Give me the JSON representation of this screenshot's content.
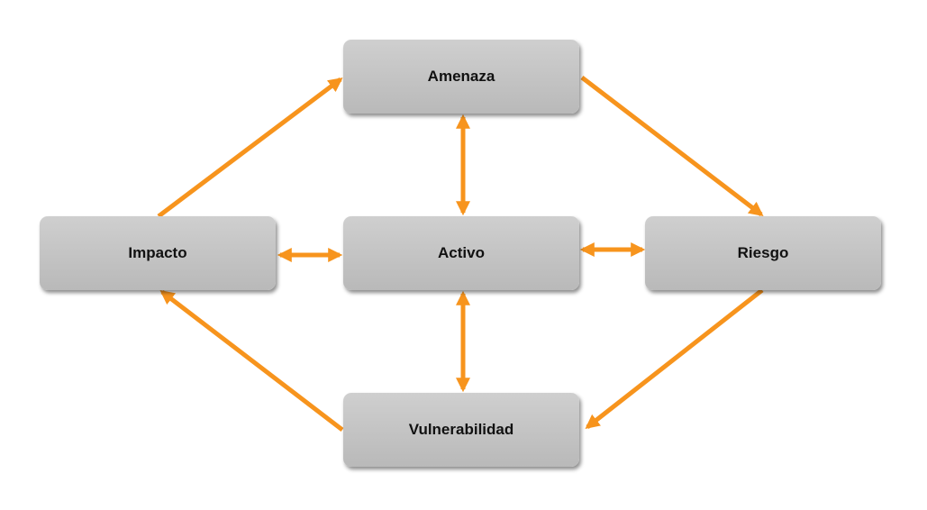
{
  "diagram": {
    "nodes": {
      "amenaza": "Amenaza",
      "impacto": "Impacto",
      "activo": "Activo",
      "riesgo": "Riesgo",
      "vulnerabilidad": "Vulnerabilidad"
    },
    "edges": [
      {
        "from": "impacto",
        "to": "amenaza",
        "direction": "one-way"
      },
      {
        "from": "amenaza",
        "to": "riesgo",
        "direction": "one-way"
      },
      {
        "from": "riesgo",
        "to": "vulnerabilidad",
        "direction": "one-way"
      },
      {
        "from": "vulnerabilidad",
        "to": "impacto",
        "direction": "one-way"
      },
      {
        "from": "amenaza",
        "to": "activo",
        "direction": "two-way"
      },
      {
        "from": "activo",
        "to": "vulnerabilidad",
        "direction": "two-way"
      },
      {
        "from": "activo",
        "to": "impacto",
        "direction": "two-way"
      },
      {
        "from": "activo",
        "to": "riesgo",
        "direction": "two-way"
      }
    ],
    "colors": {
      "arrow": "#f7941d",
      "node_fill": "#c4c4c4",
      "text": "#111111",
      "background": "#ffffff"
    }
  }
}
